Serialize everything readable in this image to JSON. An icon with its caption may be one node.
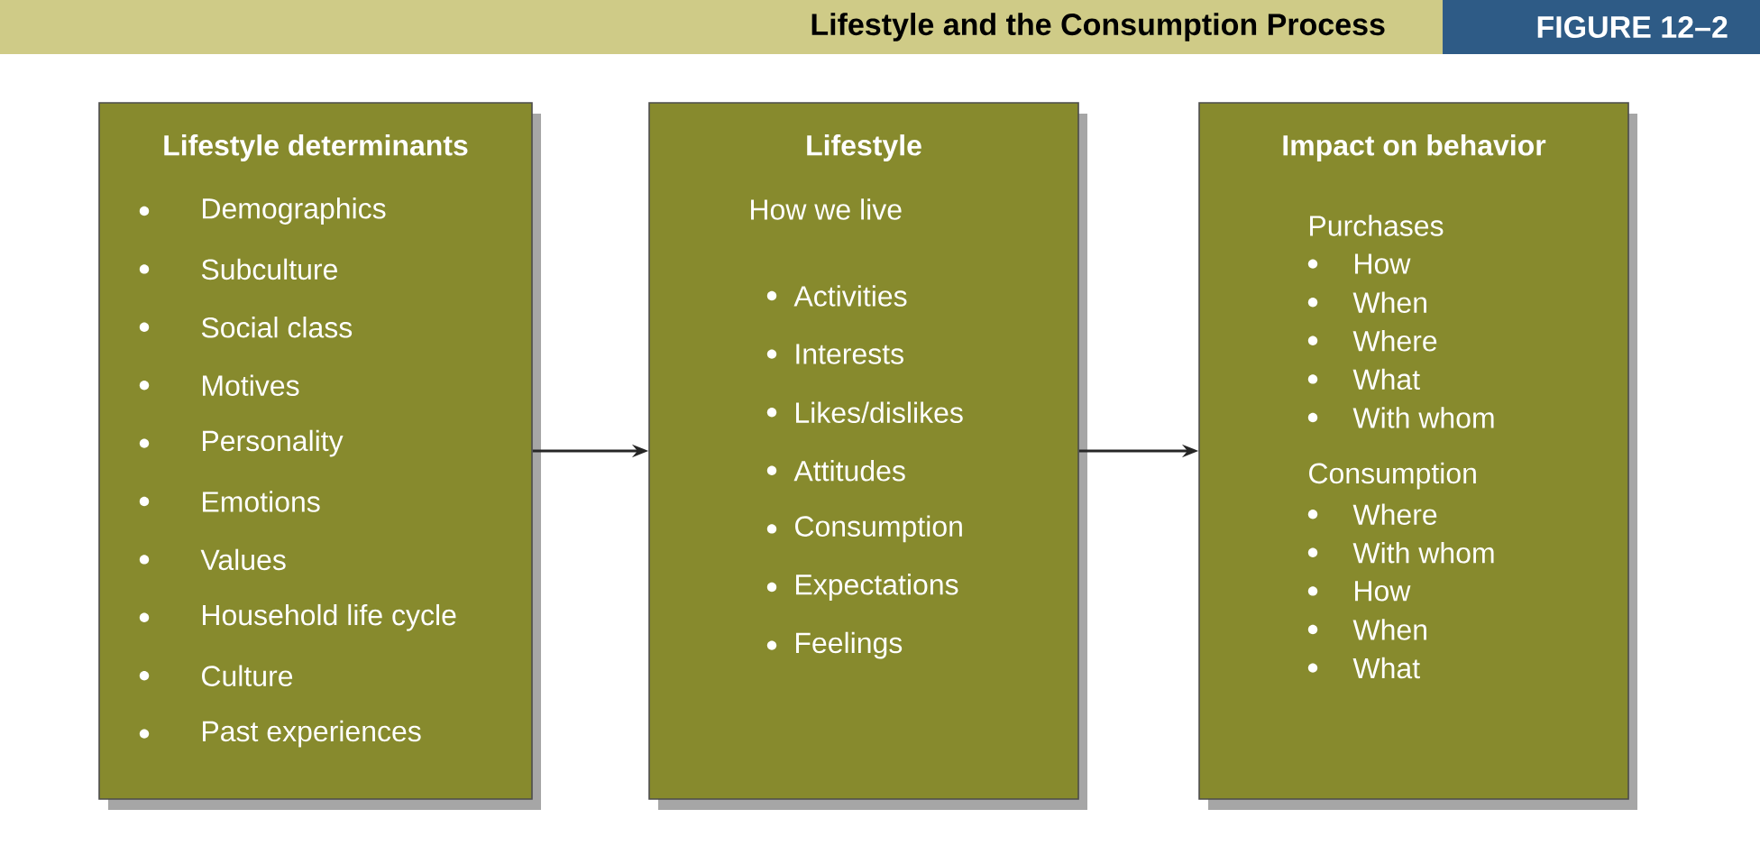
{
  "diagram": {
    "title": "Lifestyle and the Consumption Process",
    "nodes": [
      {
        "text": [
          "Lifestyle determinants",
          "Demographics",
          "Subculture",
          "Social class",
          "Motives",
          "Personality",
          "Emotions",
          "Values",
          "Household life cycle",
          "Culture",
          "Past experiences"
        ]
      },
      {
        "text": [
          "Lifestyle",
          "How we live",
          "Activities",
          "Interests",
          "Likes/dislikes",
          "Attitudes",
          "Consumption",
          "Expectations",
          "Feelings"
        ]
      },
      {
        "text": [
          "Impact on behavior",
          "Purchases",
          "How",
          "When",
          "Where",
          "What",
          "With whom",
          "Consumption",
          "Where",
          "With whom",
          "How",
          "When",
          "What"
        ]
      }
    ],
    "edges": [
      {
        "from": 0,
        "to": 1,
        "arrow": "to"
      },
      {
        "from": 1,
        "to": 2,
        "arrow": "to"
      }
    ],
    "labels": [
      "FIGURE 12–2"
    ]
  }
}
